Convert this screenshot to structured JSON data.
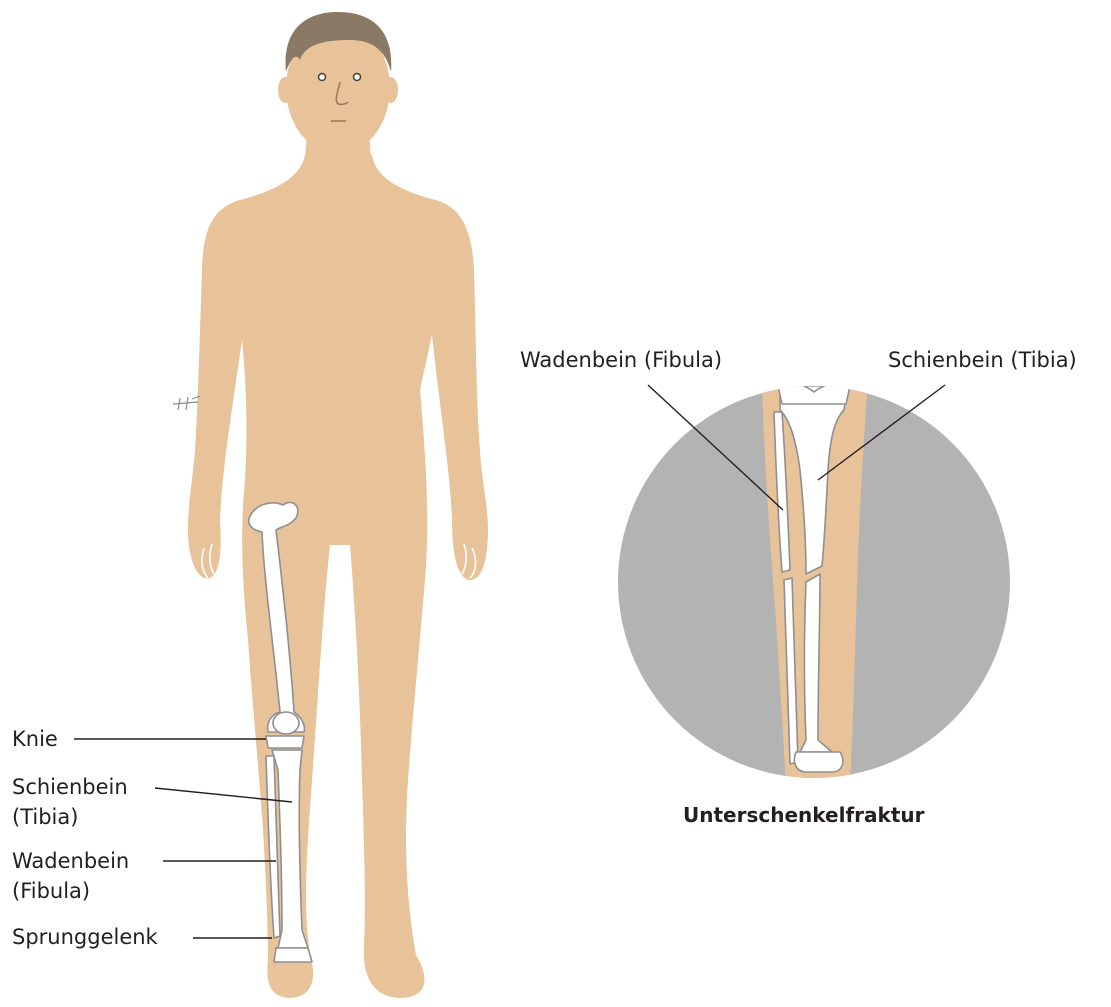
{
  "colors": {
    "skin": "#e8c39a",
    "hair": "#8a7a65",
    "bone": "#ffffff",
    "bone_outline": "#8f8f8f",
    "circle_bg": "#b3b3b3",
    "text": "#231f20"
  },
  "body_labels": {
    "knee": "Knie",
    "tibia_line1": "Schienbein",
    "tibia_line2": "(Tibia)",
    "fibula_line1": "Wadenbein",
    "fibula_line2": "(Fibula)",
    "ankle": "Sprunggelenk"
  },
  "detail": {
    "fibula_label": "Wadenbein (Fibula)",
    "tibia_label": "Schienbein (Tibia)",
    "caption": "Unterschenkelfraktur"
  }
}
